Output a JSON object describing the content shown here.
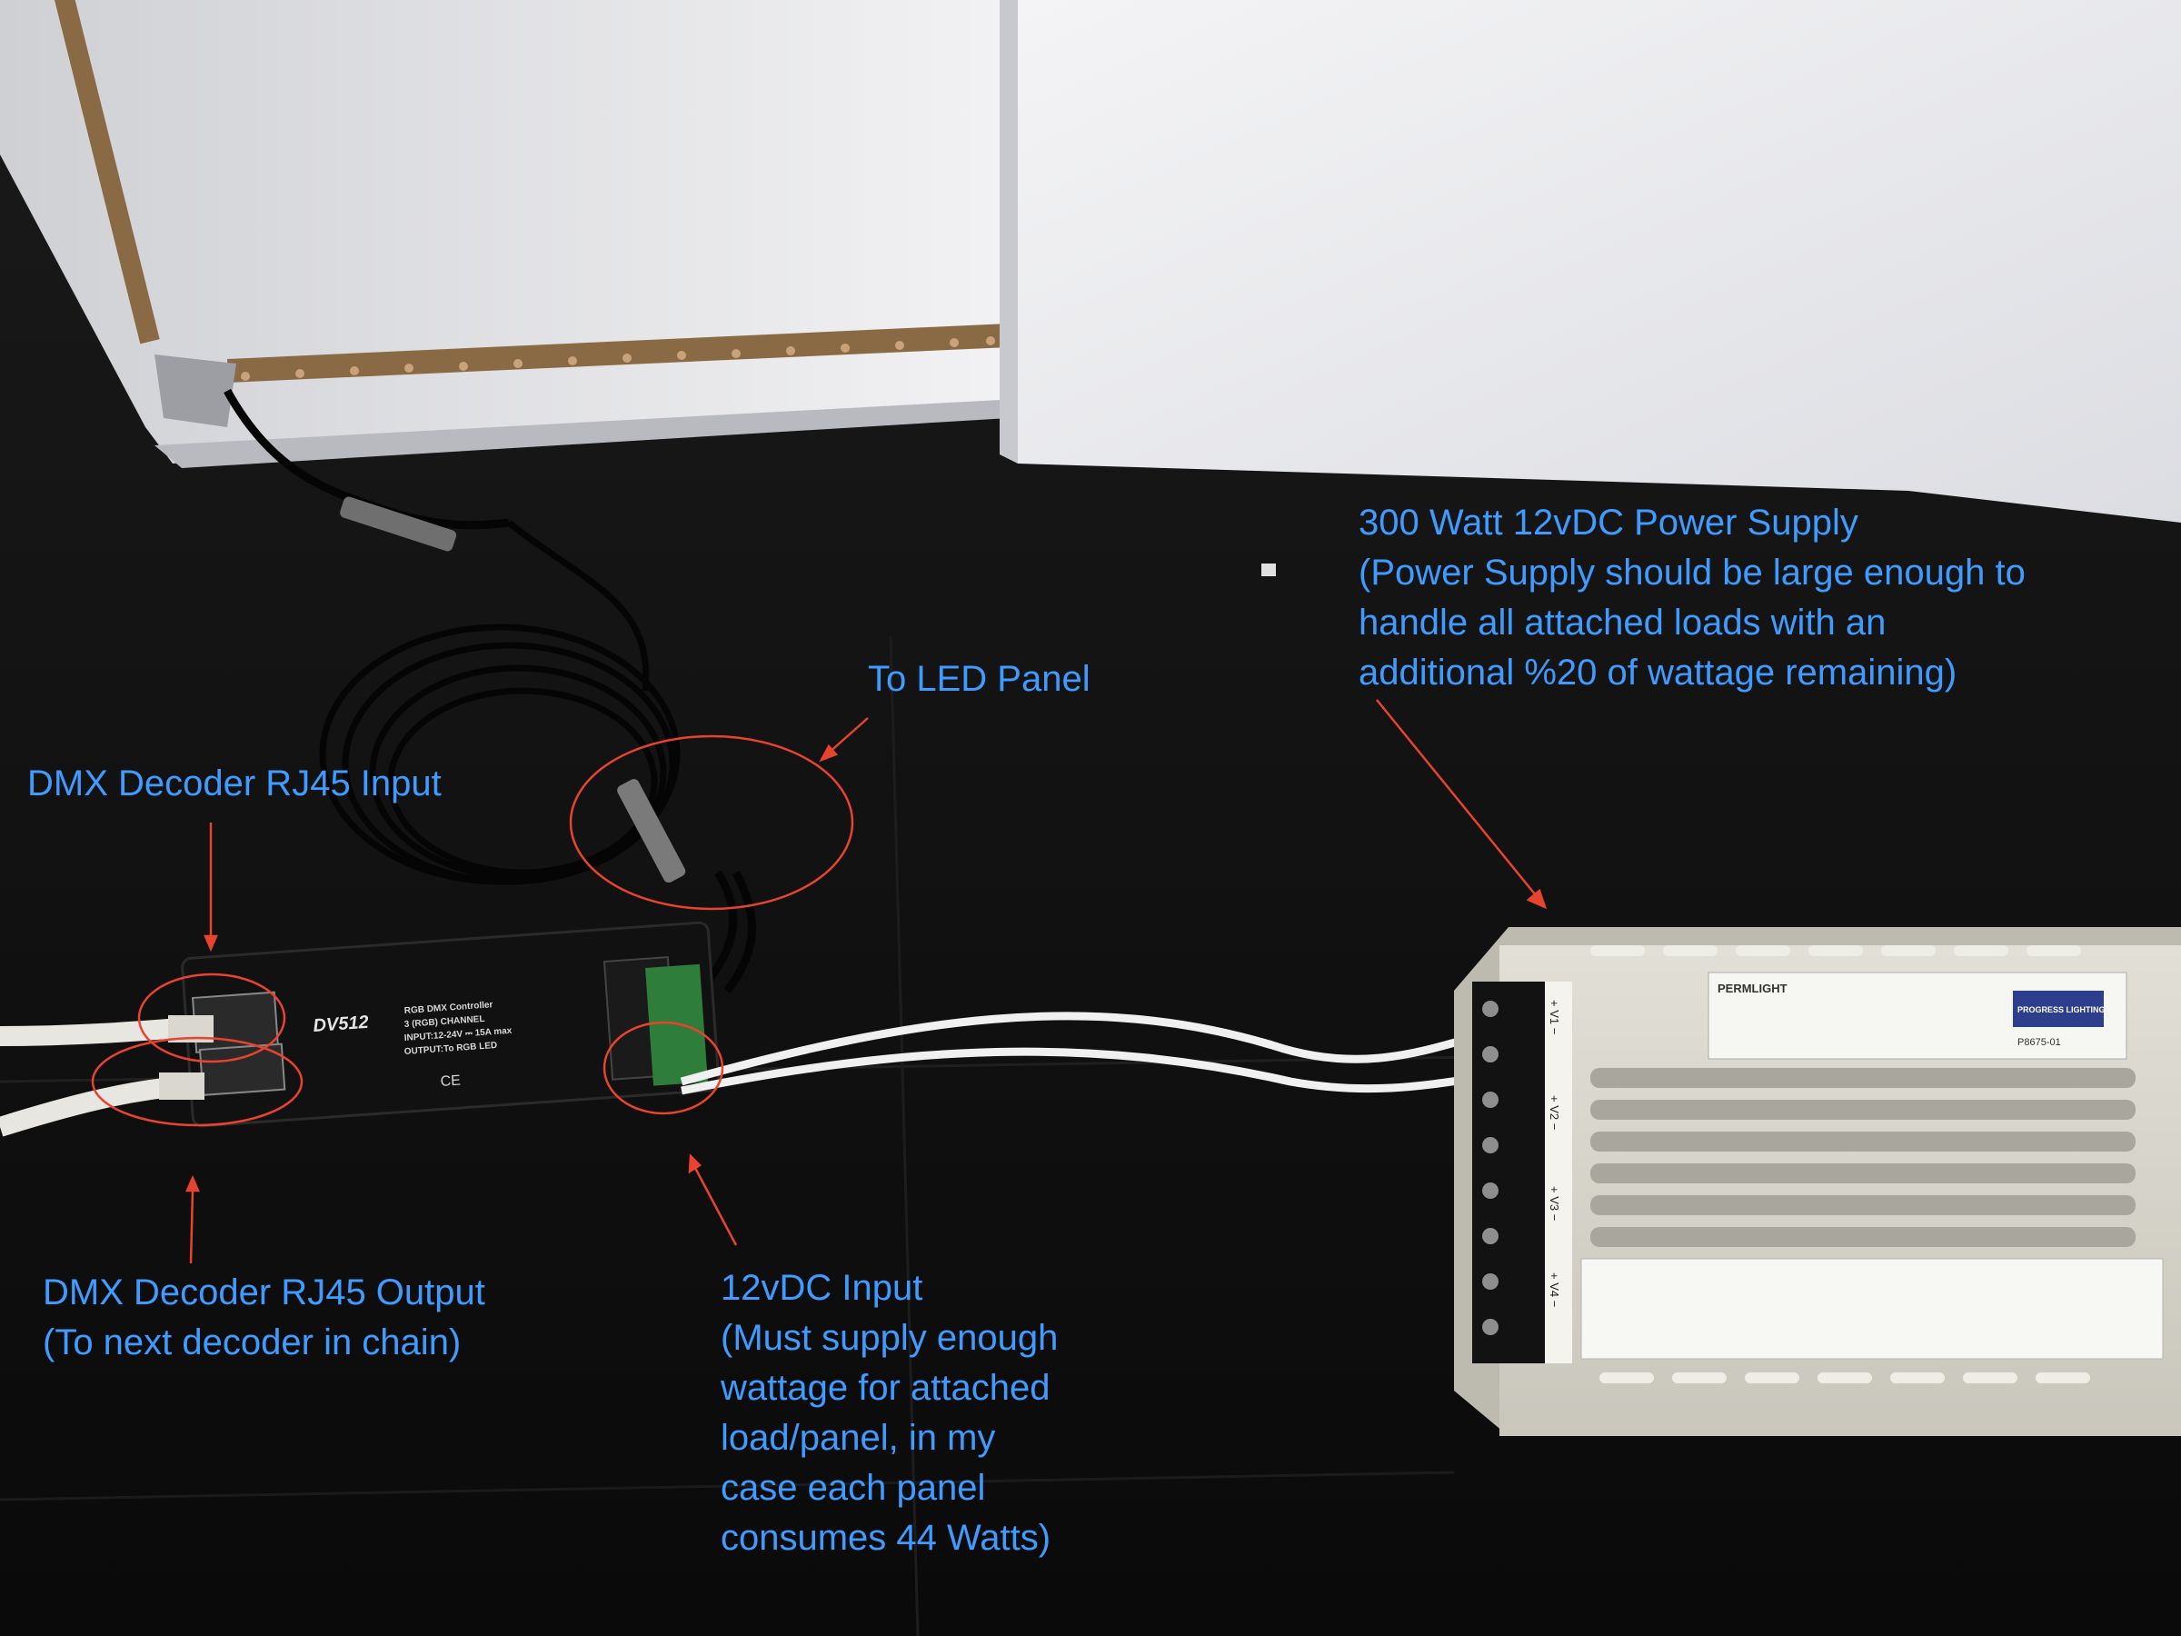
{
  "annotations": {
    "power_supply": {
      "lines": [
        "300 Watt 12vDC Power Supply",
        "(Power Supply should be large enough to",
        "handle all attached loads with an",
        "additional %20 of wattage remaining)"
      ]
    },
    "to_led_panel": {
      "lines": [
        "To LED Panel"
      ]
    },
    "dmx_input": {
      "lines": [
        "DMX Decoder RJ45 Input"
      ]
    },
    "dmx_output": {
      "lines": [
        "DMX Decoder RJ45 Output",
        "(To next decoder in chain)"
      ]
    },
    "vdc_input": {
      "lines": [
        "12vDC Input",
        "(Must supply enough",
        "wattage for attached",
        "load/panel, in my",
        "case each panel",
        "consumes 44 Watts)"
      ]
    }
  },
  "decoder": {
    "model": "DV512",
    "title": "RGB DMX Controller",
    "channel": "3 (RGB) CHANNEL",
    "input": "INPUT:12-24V ⎓ 15A max",
    "output": "OUTPUT:To RGB LED",
    "mark": "CE"
  },
  "power_unit": {
    "brand": "PERMLIGHT",
    "logo": "PROGRESS LIGHTING",
    "part": "P8675-01",
    "terminals": [
      "+ V1 −",
      "+ V2 −",
      "+ V3 −",
      "+ V4 −"
    ]
  },
  "colors": {
    "annotation_text": "#3f9bff",
    "callout": "#e8432e",
    "floor": "#0c0c0c",
    "panel": "#eeeef0",
    "power_supply_body": "#d9d7cc"
  }
}
